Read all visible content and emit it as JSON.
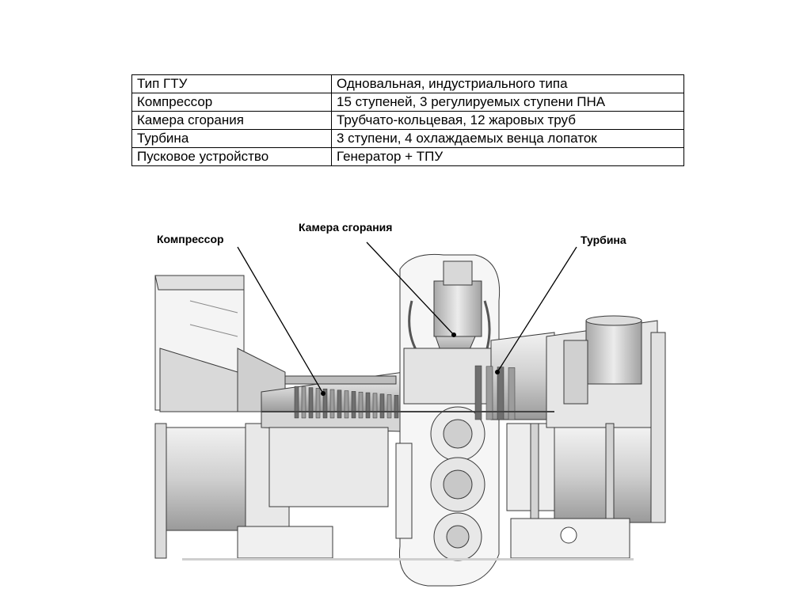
{
  "spec_table": {
    "rows": [
      {
        "label": "Тип ГТУ",
        "value": "Одновальная, индустриального типа"
      },
      {
        "label": "Компрессор",
        "value": "15 ступеней, 3 регулируемых ступени ПНА"
      },
      {
        "label": "Камера сгорания",
        "value": "Трубчато-кольцевая, 12 жаровых труб"
      },
      {
        "label": "Турбина",
        "value": "3 ступени, 4 охлаждаемых венца лопаток"
      },
      {
        "label": "Пусковое устройство",
        "value": "Генератор + ТПУ"
      }
    ]
  },
  "drawing": {
    "callouts": {
      "compressor": "Компрессор",
      "combustor": "Камера сгорания",
      "turbine": "Турбина"
    }
  },
  "colors": {
    "metal_light": "#e6e6e6",
    "metal_mid": "#bdbdbd",
    "metal_dark": "#8a8a8a",
    "outline": "#3a3a3a"
  }
}
